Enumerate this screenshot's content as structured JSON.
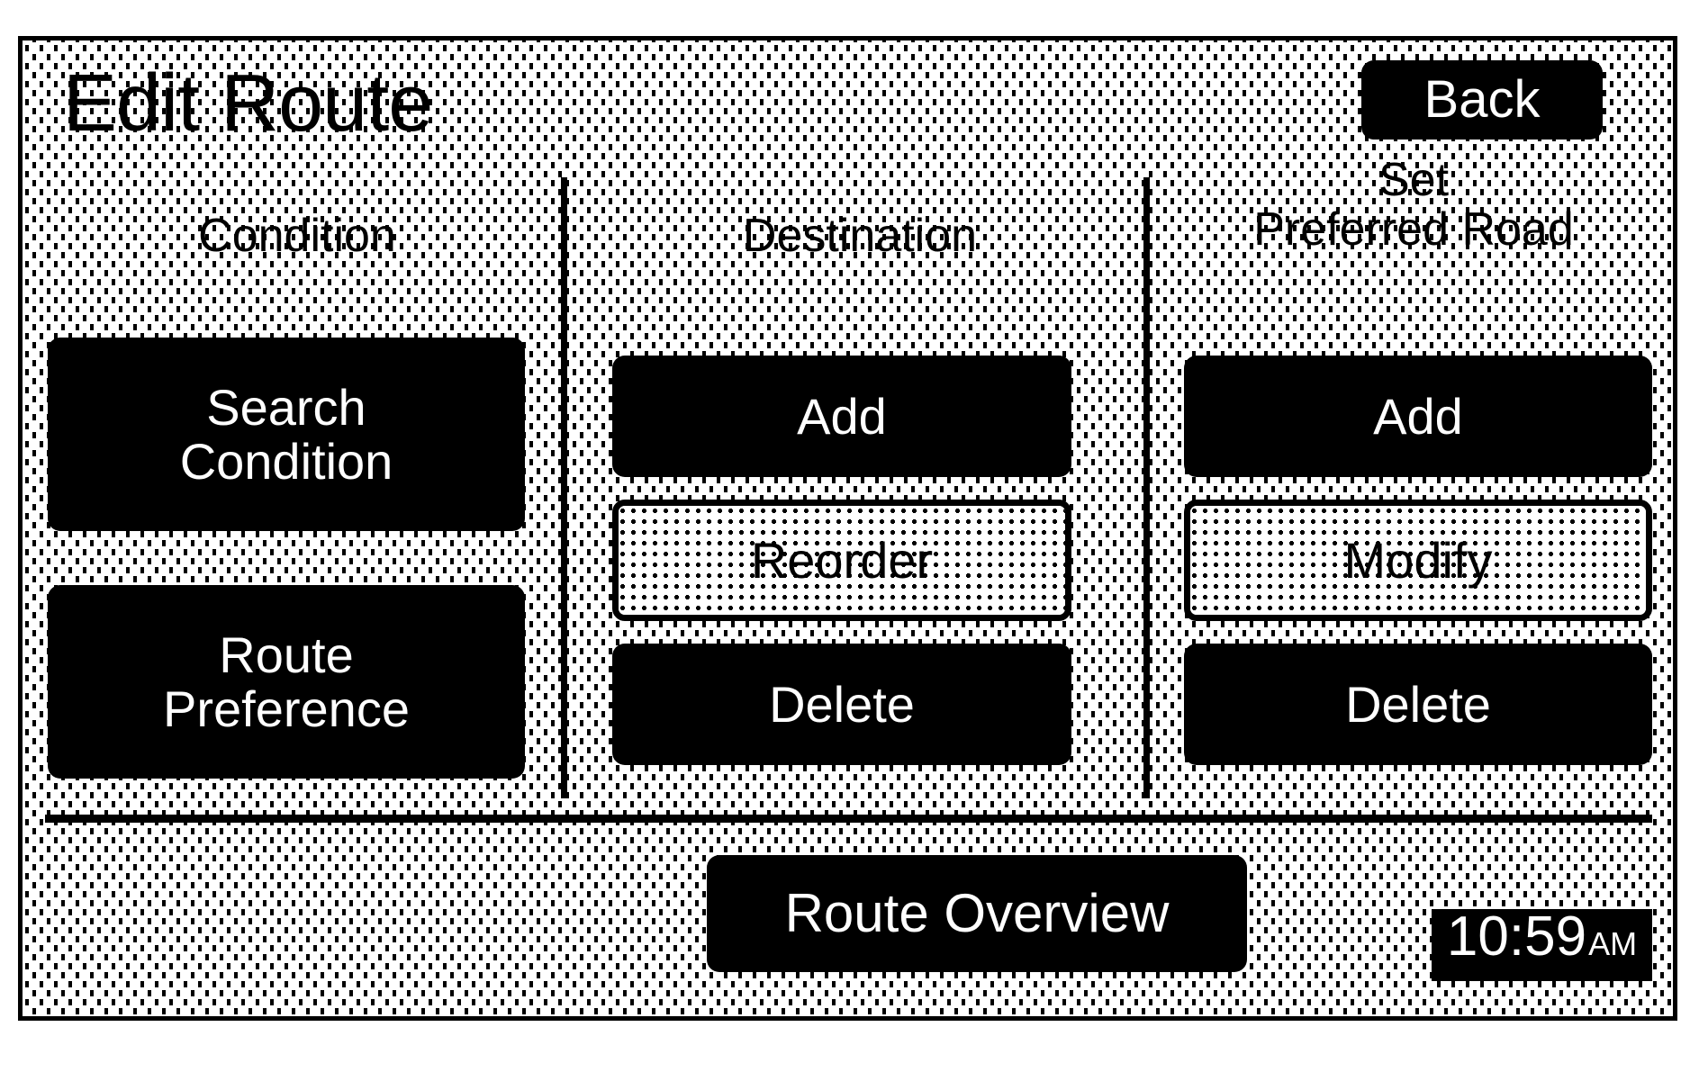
{
  "screen": {
    "title": "Edit Route",
    "back_label": "Back"
  },
  "columns": [
    {
      "header": "Condition",
      "buttons": [
        {
          "label": "Search\nCondition",
          "style": "solid"
        },
        {
          "label": "Route\nPreference",
          "style": "solid"
        }
      ]
    },
    {
      "header": "Destination",
      "buttons": [
        {
          "label": "Add",
          "style": "solid"
        },
        {
          "label": "Reorder",
          "style": "outline"
        },
        {
          "label": "Delete",
          "style": "solid"
        }
      ]
    },
    {
      "header": "Set\nPreferred Road",
      "buttons": [
        {
          "label": "Add",
          "style": "solid"
        },
        {
          "label": "Modify",
          "style": "outline"
        },
        {
          "label": "Delete",
          "style": "solid"
        }
      ]
    }
  ],
  "footer": {
    "route_overview_label": "Route Overview",
    "clock": {
      "time": "10:59",
      "meridiem": "AM"
    }
  },
  "colors": {
    "foreground": "#000000",
    "background": "#ffffff"
  }
}
